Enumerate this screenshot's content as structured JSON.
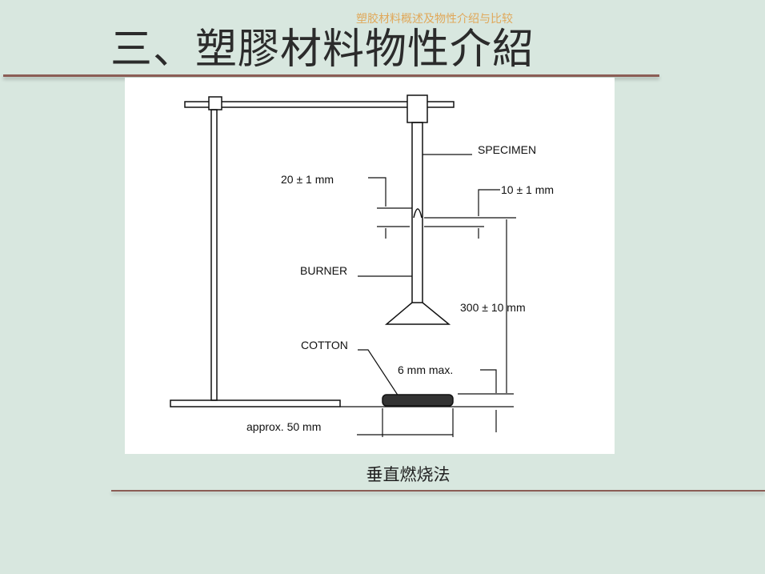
{
  "header": {
    "subtitle": "塑胶材料概述及物性介绍与比较",
    "title": "三、塑膠材料物性介紹"
  },
  "figure": {
    "labels": {
      "specimen": "SPECIMEN",
      "dim20": "20 ± 1 mm",
      "dim10": "10 ± 1 mm",
      "burner": "BURNER",
      "dim300": "300 ± 10 mm",
      "cotton": "COTTON",
      "dim6": "6 mm max.",
      "dim50": "approx. 50 mm"
    },
    "caption": "垂直燃烧法"
  },
  "colors": {
    "background": "#d8e7df",
    "rule": "#8b5d55",
    "subtitle": "#e0a85a"
  }
}
